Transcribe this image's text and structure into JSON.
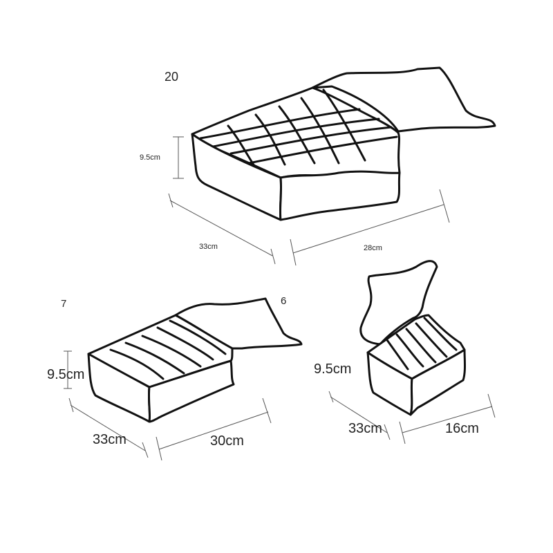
{
  "organizers": [
    {
      "compartments": "20",
      "height_label": "9.5cm",
      "depth_label": "33cm",
      "width_label": "28cm"
    },
    {
      "compartments": "7",
      "height_label": "9.5cm",
      "depth_label": "33cm",
      "width_label": "30cm"
    },
    {
      "compartments": "6",
      "height_label": "9.5cm",
      "depth_label": "33cm",
      "width_label": "16cm"
    }
  ],
  "colors": {
    "ink": "#111111",
    "dimension_line": "#555555",
    "background": "#ffffff"
  }
}
